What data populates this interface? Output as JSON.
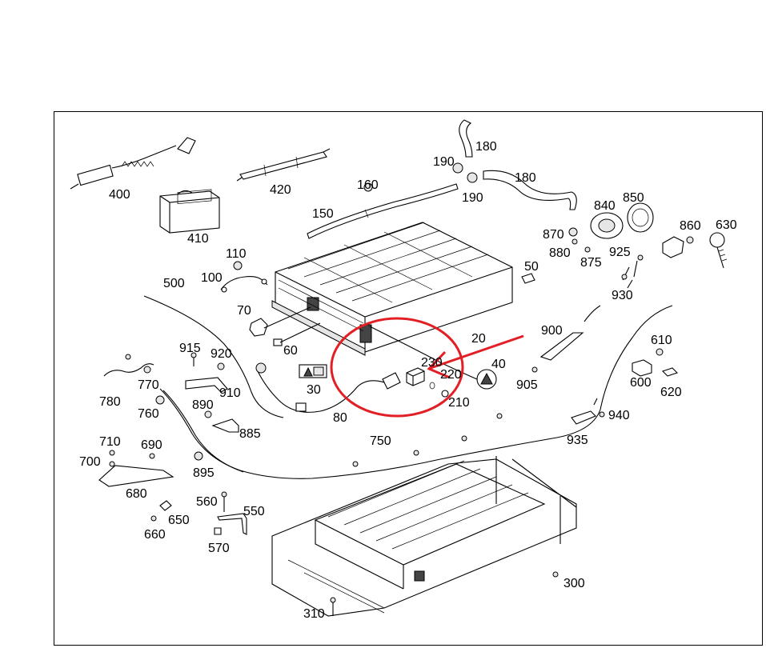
{
  "diagram": {
    "callouts": [
      {
        "id": "c400",
        "text": "400"
      },
      {
        "id": "c410",
        "text": "410"
      },
      {
        "id": "c420",
        "text": "420"
      },
      {
        "id": "c160",
        "text": "160"
      },
      {
        "id": "c150",
        "text": "150"
      },
      {
        "id": "c190a",
        "text": "190"
      },
      {
        "id": "c190b",
        "text": "190"
      },
      {
        "id": "c180a",
        "text": "180"
      },
      {
        "id": "c180b",
        "text": "180"
      },
      {
        "id": "c840",
        "text": "840"
      },
      {
        "id": "c850",
        "text": "850"
      },
      {
        "id": "c860",
        "text": "860"
      },
      {
        "id": "c630",
        "text": "630"
      },
      {
        "id": "c870",
        "text": "870"
      },
      {
        "id": "c880",
        "text": "880"
      },
      {
        "id": "c875",
        "text": "875"
      },
      {
        "id": "c925",
        "text": "925"
      },
      {
        "id": "c930",
        "text": "930"
      },
      {
        "id": "c110",
        "text": "110"
      },
      {
        "id": "c100",
        "text": "100"
      },
      {
        "id": "c500",
        "text": "500"
      },
      {
        "id": "c50",
        "text": "50"
      },
      {
        "id": "c70",
        "text": "70"
      },
      {
        "id": "c60",
        "text": "60"
      },
      {
        "id": "c20",
        "text": "20"
      },
      {
        "id": "c900",
        "text": "900"
      },
      {
        "id": "c610",
        "text": "610"
      },
      {
        "id": "c915",
        "text": "915"
      },
      {
        "id": "c920",
        "text": "920"
      },
      {
        "id": "c780",
        "text": "780"
      },
      {
        "id": "c770",
        "text": "770"
      },
      {
        "id": "c910",
        "text": "910"
      },
      {
        "id": "c760",
        "text": "760"
      },
      {
        "id": "c890",
        "text": "890"
      },
      {
        "id": "c30",
        "text": "30"
      },
      {
        "id": "c230",
        "text": "230"
      },
      {
        "id": "c220",
        "text": "220"
      },
      {
        "id": "c40",
        "text": "40"
      },
      {
        "id": "c905",
        "text": "905"
      },
      {
        "id": "c210",
        "text": "210"
      },
      {
        "id": "c600",
        "text": "600"
      },
      {
        "id": "c620",
        "text": "620"
      },
      {
        "id": "c80",
        "text": "80"
      },
      {
        "id": "c885",
        "text": "885"
      },
      {
        "id": "c940",
        "text": "940"
      },
      {
        "id": "c935",
        "text": "935"
      },
      {
        "id": "c750",
        "text": "750"
      },
      {
        "id": "c710",
        "text": "710"
      },
      {
        "id": "c690",
        "text": "690"
      },
      {
        "id": "c700",
        "text": "700"
      },
      {
        "id": "c895",
        "text": "895"
      },
      {
        "id": "c680",
        "text": "680"
      },
      {
        "id": "c560",
        "text": "560"
      },
      {
        "id": "c550",
        "text": "550"
      },
      {
        "id": "c650",
        "text": "650"
      },
      {
        "id": "c660",
        "text": "660"
      },
      {
        "id": "c570",
        "text": "570"
      },
      {
        "id": "c300",
        "text": "300"
      },
      {
        "id": "c310",
        "text": "310"
      }
    ],
    "highlight_color": "#e31e24",
    "line_color": "#000000"
  }
}
